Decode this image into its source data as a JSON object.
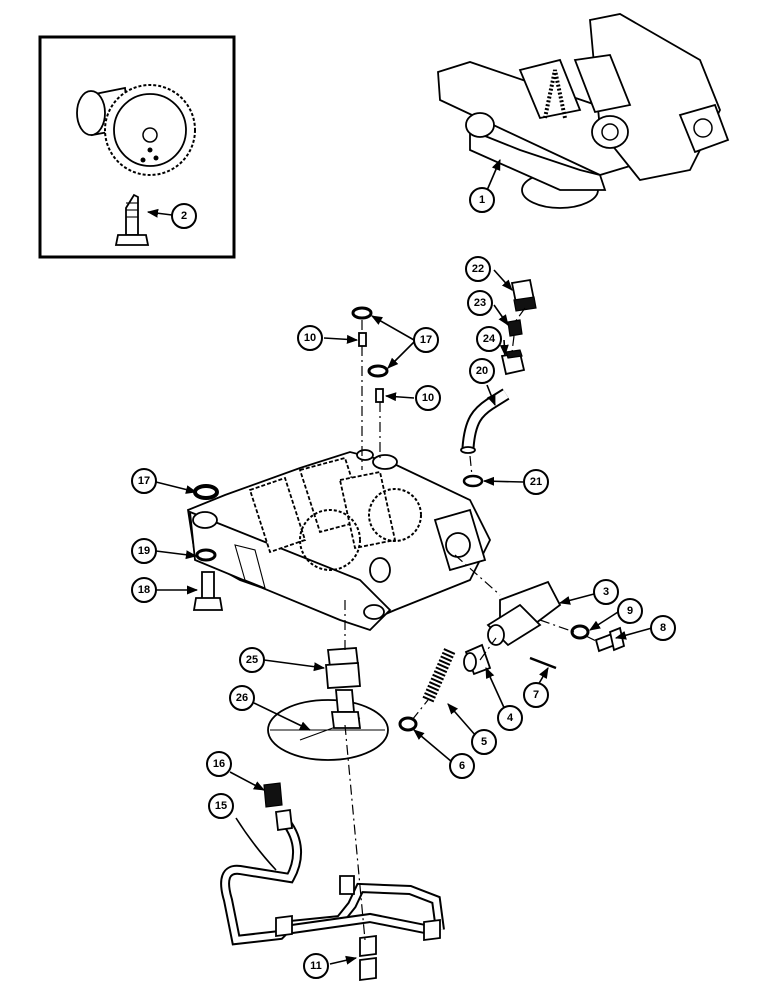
{
  "callouts": {
    "c1": "1",
    "c2": "2",
    "c3": "3",
    "c4": "4",
    "c5": "5",
    "c6": "6",
    "c7": "7",
    "c8": "8",
    "c9": "9",
    "c10a": "10",
    "c10b": "10",
    "c11": "11",
    "c15": "15",
    "c16": "16",
    "c17a": "17",
    "c17b": "17",
    "c18": "18",
    "c19": "19",
    "c20": "20",
    "c21": "21",
    "c22": "22",
    "c23": "23",
    "c24": "24",
    "c25": "25",
    "c26": "26"
  }
}
